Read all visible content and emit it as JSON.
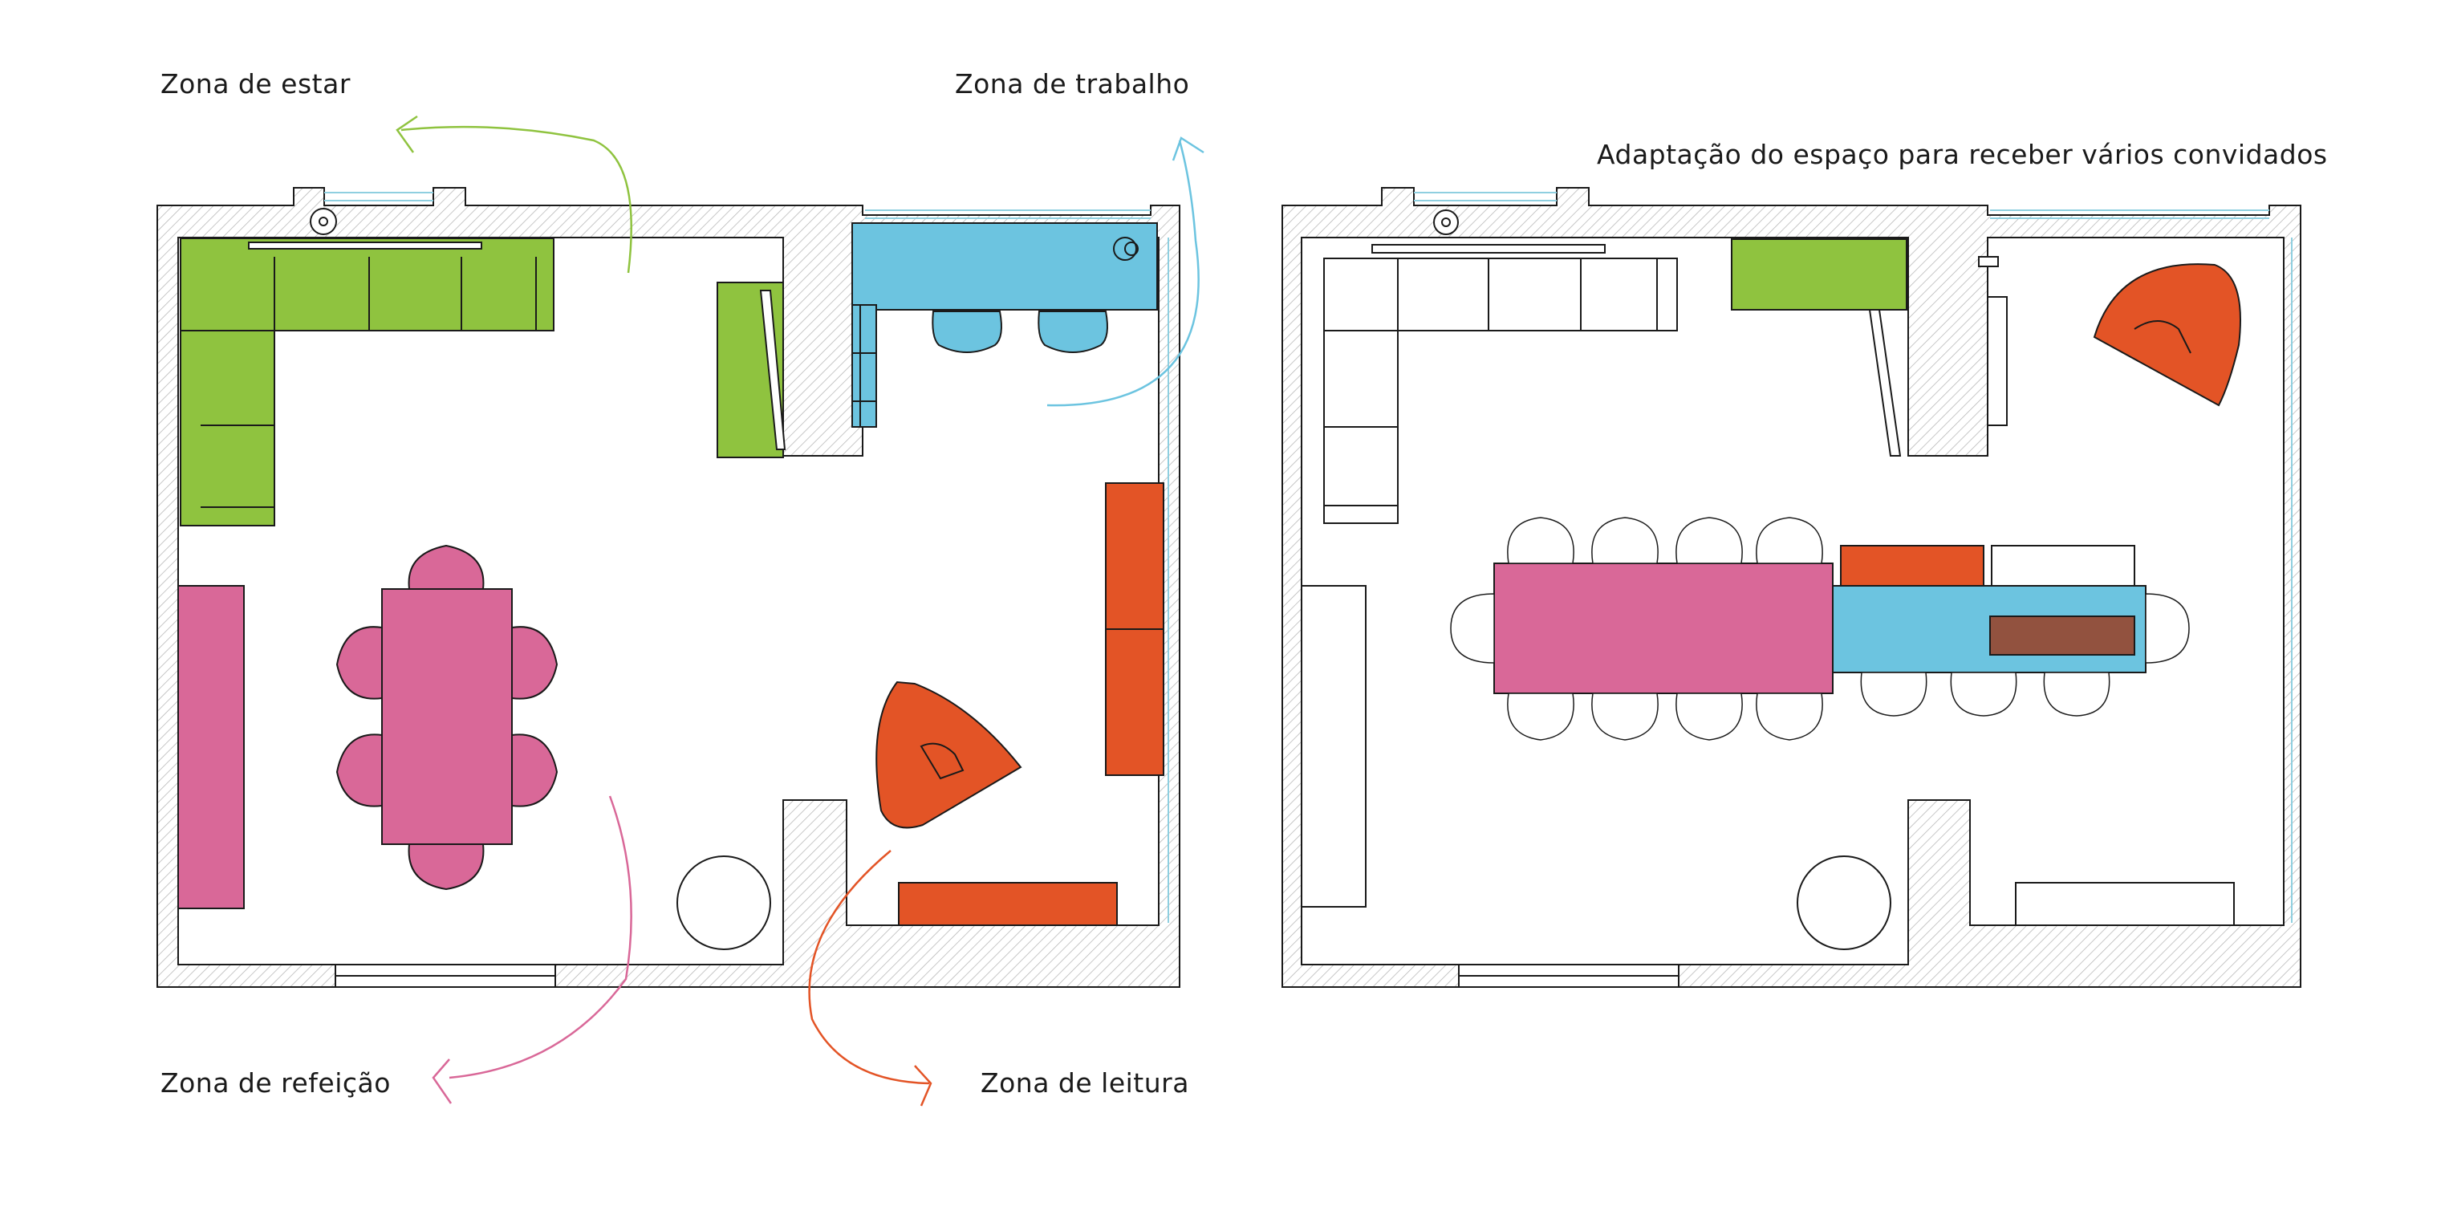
{
  "labels": {
    "zona_estar": "Zona de estar",
    "zona_trabalho": "Zona de trabalho",
    "zona_refeicao": "Zona de refeição",
    "zona_leitura": "Zona de leitura",
    "adaptacao": "Adaptação do espaço para receber vários convidados"
  },
  "colors": {
    "estar": "#8fc33f",
    "trabalho": "#6cc4e0",
    "refeicao": "#d96898",
    "leitura": "#e35426",
    "brown": "#92523f",
    "wall_hatch": "#b8b8b8",
    "window": "#8fcfe0",
    "line": "#1a1a1a"
  }
}
